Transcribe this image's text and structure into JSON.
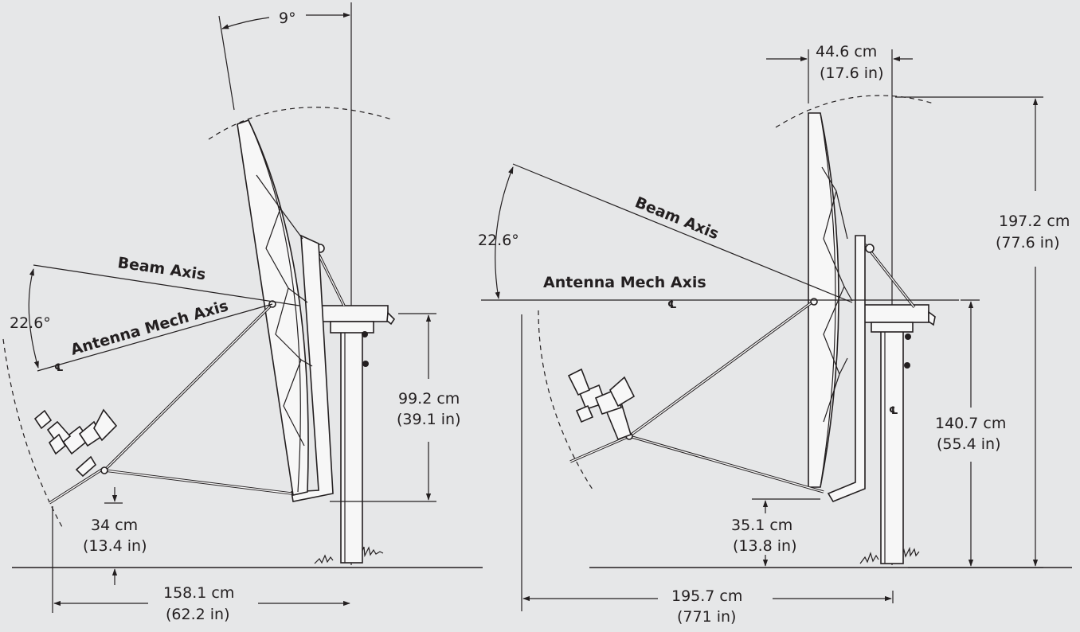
{
  "left_view": {
    "angle_top": "9°",
    "beam_axis": "Beam Axis",
    "mech_axis": "Antenna Mech Axis",
    "angle_side": "22.6°",
    "cl_symbol": "℄",
    "height_cm": "99.2 cm",
    "height_in": "(39.1 in)",
    "feed_height_cm": "34 cm",
    "feed_height_in": "(13.4 in)",
    "width_cm": "158.1 cm",
    "width_in": "(62.2 in)"
  },
  "right_view": {
    "depth_cm": "44.6 cm",
    "depth_in": "(17.6 in)",
    "beam_axis": "Beam Axis",
    "mech_axis": "Antenna Mech Axis",
    "angle_side": "22.6°",
    "cl_symbol": "℄",
    "cl_pole_symbol": "℄",
    "total_height_cm": "197.2 cm",
    "total_height_in": "(77.6 in)",
    "axis_height_cm": "140.7 cm",
    "axis_height_in": "(55.4 in)",
    "feed_height_cm": "35.1 cm",
    "feed_height_in": "(13.8 in)",
    "width_cm": "195.7 cm",
    "width_in": "(771 in)"
  }
}
